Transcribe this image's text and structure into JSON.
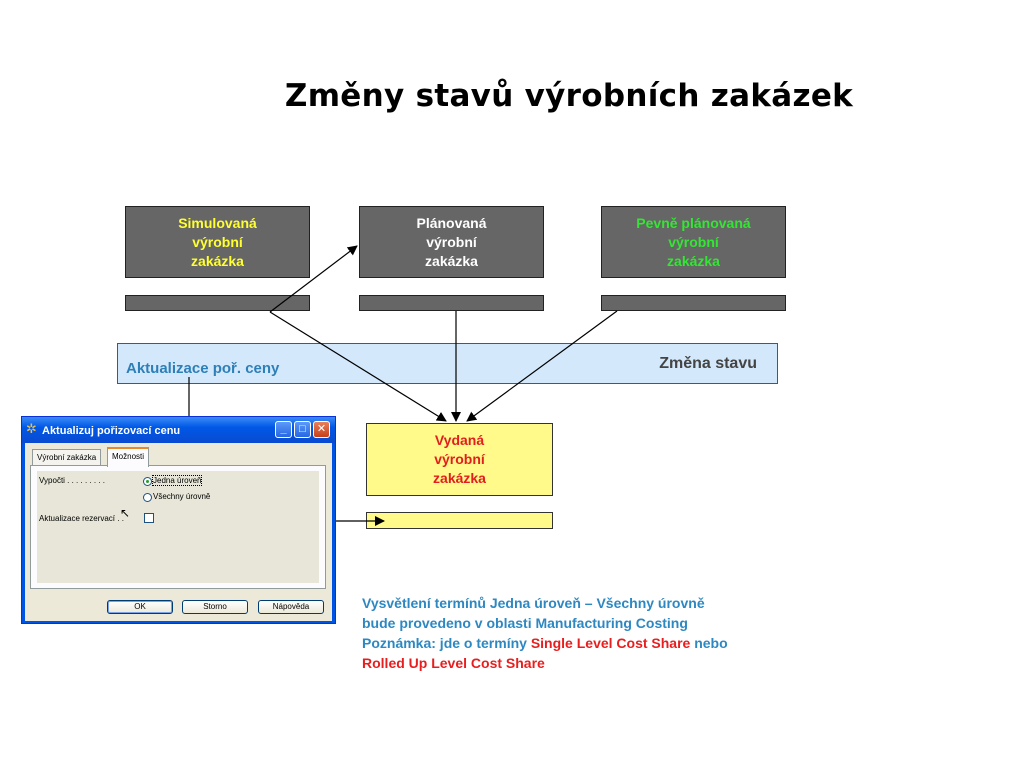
{
  "title": "Změny stavů výrobních zakázek",
  "boxes": {
    "simulated": {
      "line1": "Simulovaná",
      "line2": "výrobní",
      "line3": "zakázka",
      "color": "#ffff33"
    },
    "planned": {
      "line1": "Plánovaná",
      "line2": "výrobní",
      "line3": "zakázka",
      "color": "#ffffff"
    },
    "firm_planned": {
      "line1": "Pevně plánovaná",
      "line2": "výrobní",
      "line3": "zakázka",
      "color": "#33e633"
    },
    "released": {
      "line1": "Vydaná",
      "line2": "výrobní",
      "line3": "zakázka",
      "color": "#e21e1e"
    }
  },
  "band": {
    "left_label": "Aktualizace poř. ceny",
    "right_label": "Změna stavu"
  },
  "dialog": {
    "title": "Aktualizuj pořizovací cenu",
    "tabs": [
      "Výrobní zakázka",
      "Možnosti"
    ],
    "fields": {
      "calculate_label": "Vypočti . . . . . . . . .",
      "option_single": "Jedna úroveň",
      "option_all": "Všechny úrovně",
      "reservations_label": "Aktualizace rezervací . ."
    },
    "buttons": {
      "ok": "OK",
      "cancel": "Storno",
      "help": "Nápověda"
    }
  },
  "note": {
    "line1": "Vysvětlení termínů Jedna úroveň – Všechny úrovně",
    "line2": "bude provedeno v oblasti Manufacturing Costing",
    "line3_a": "Poznámka: jde o termíny ",
    "line3_red": "Single Level Cost Share",
    "line3_b": " nebo",
    "line4_red": "Rolled Up Level Cost Share"
  }
}
